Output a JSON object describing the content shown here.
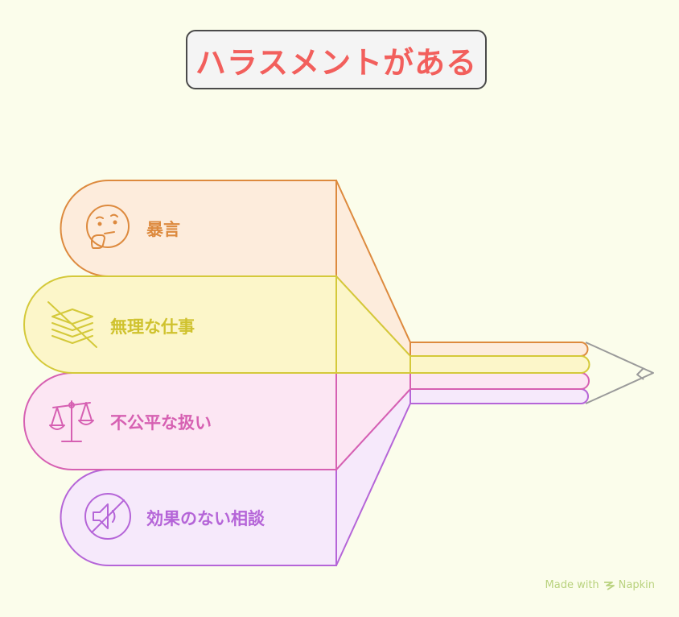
{
  "title": "ハラスメントがある",
  "items": [
    {
      "label": "暴言",
      "icon": "thinking-face-icon",
      "color": "#dd8a3e",
      "fill": "#fdecdc"
    },
    {
      "label": "無理な仕事",
      "icon": "crossed-stack-icon",
      "color": "#d4c93a",
      "fill": "#fcf6c9"
    },
    {
      "label": "不公平な扱い",
      "icon": "scales-icon",
      "color": "#d660b2",
      "fill": "#fce6f3"
    },
    {
      "label": "効果のない相談",
      "icon": "muted-speaker-icon",
      "color": "#b565d8",
      "fill": "#f6e9fb"
    }
  ],
  "colors": {
    "title_text": "#f25f5c",
    "pencil_tip": "#9a9a9a",
    "background": "#fbfdeb"
  },
  "watermark": {
    "prefix": "Made with",
    "brand": "Napkin"
  }
}
